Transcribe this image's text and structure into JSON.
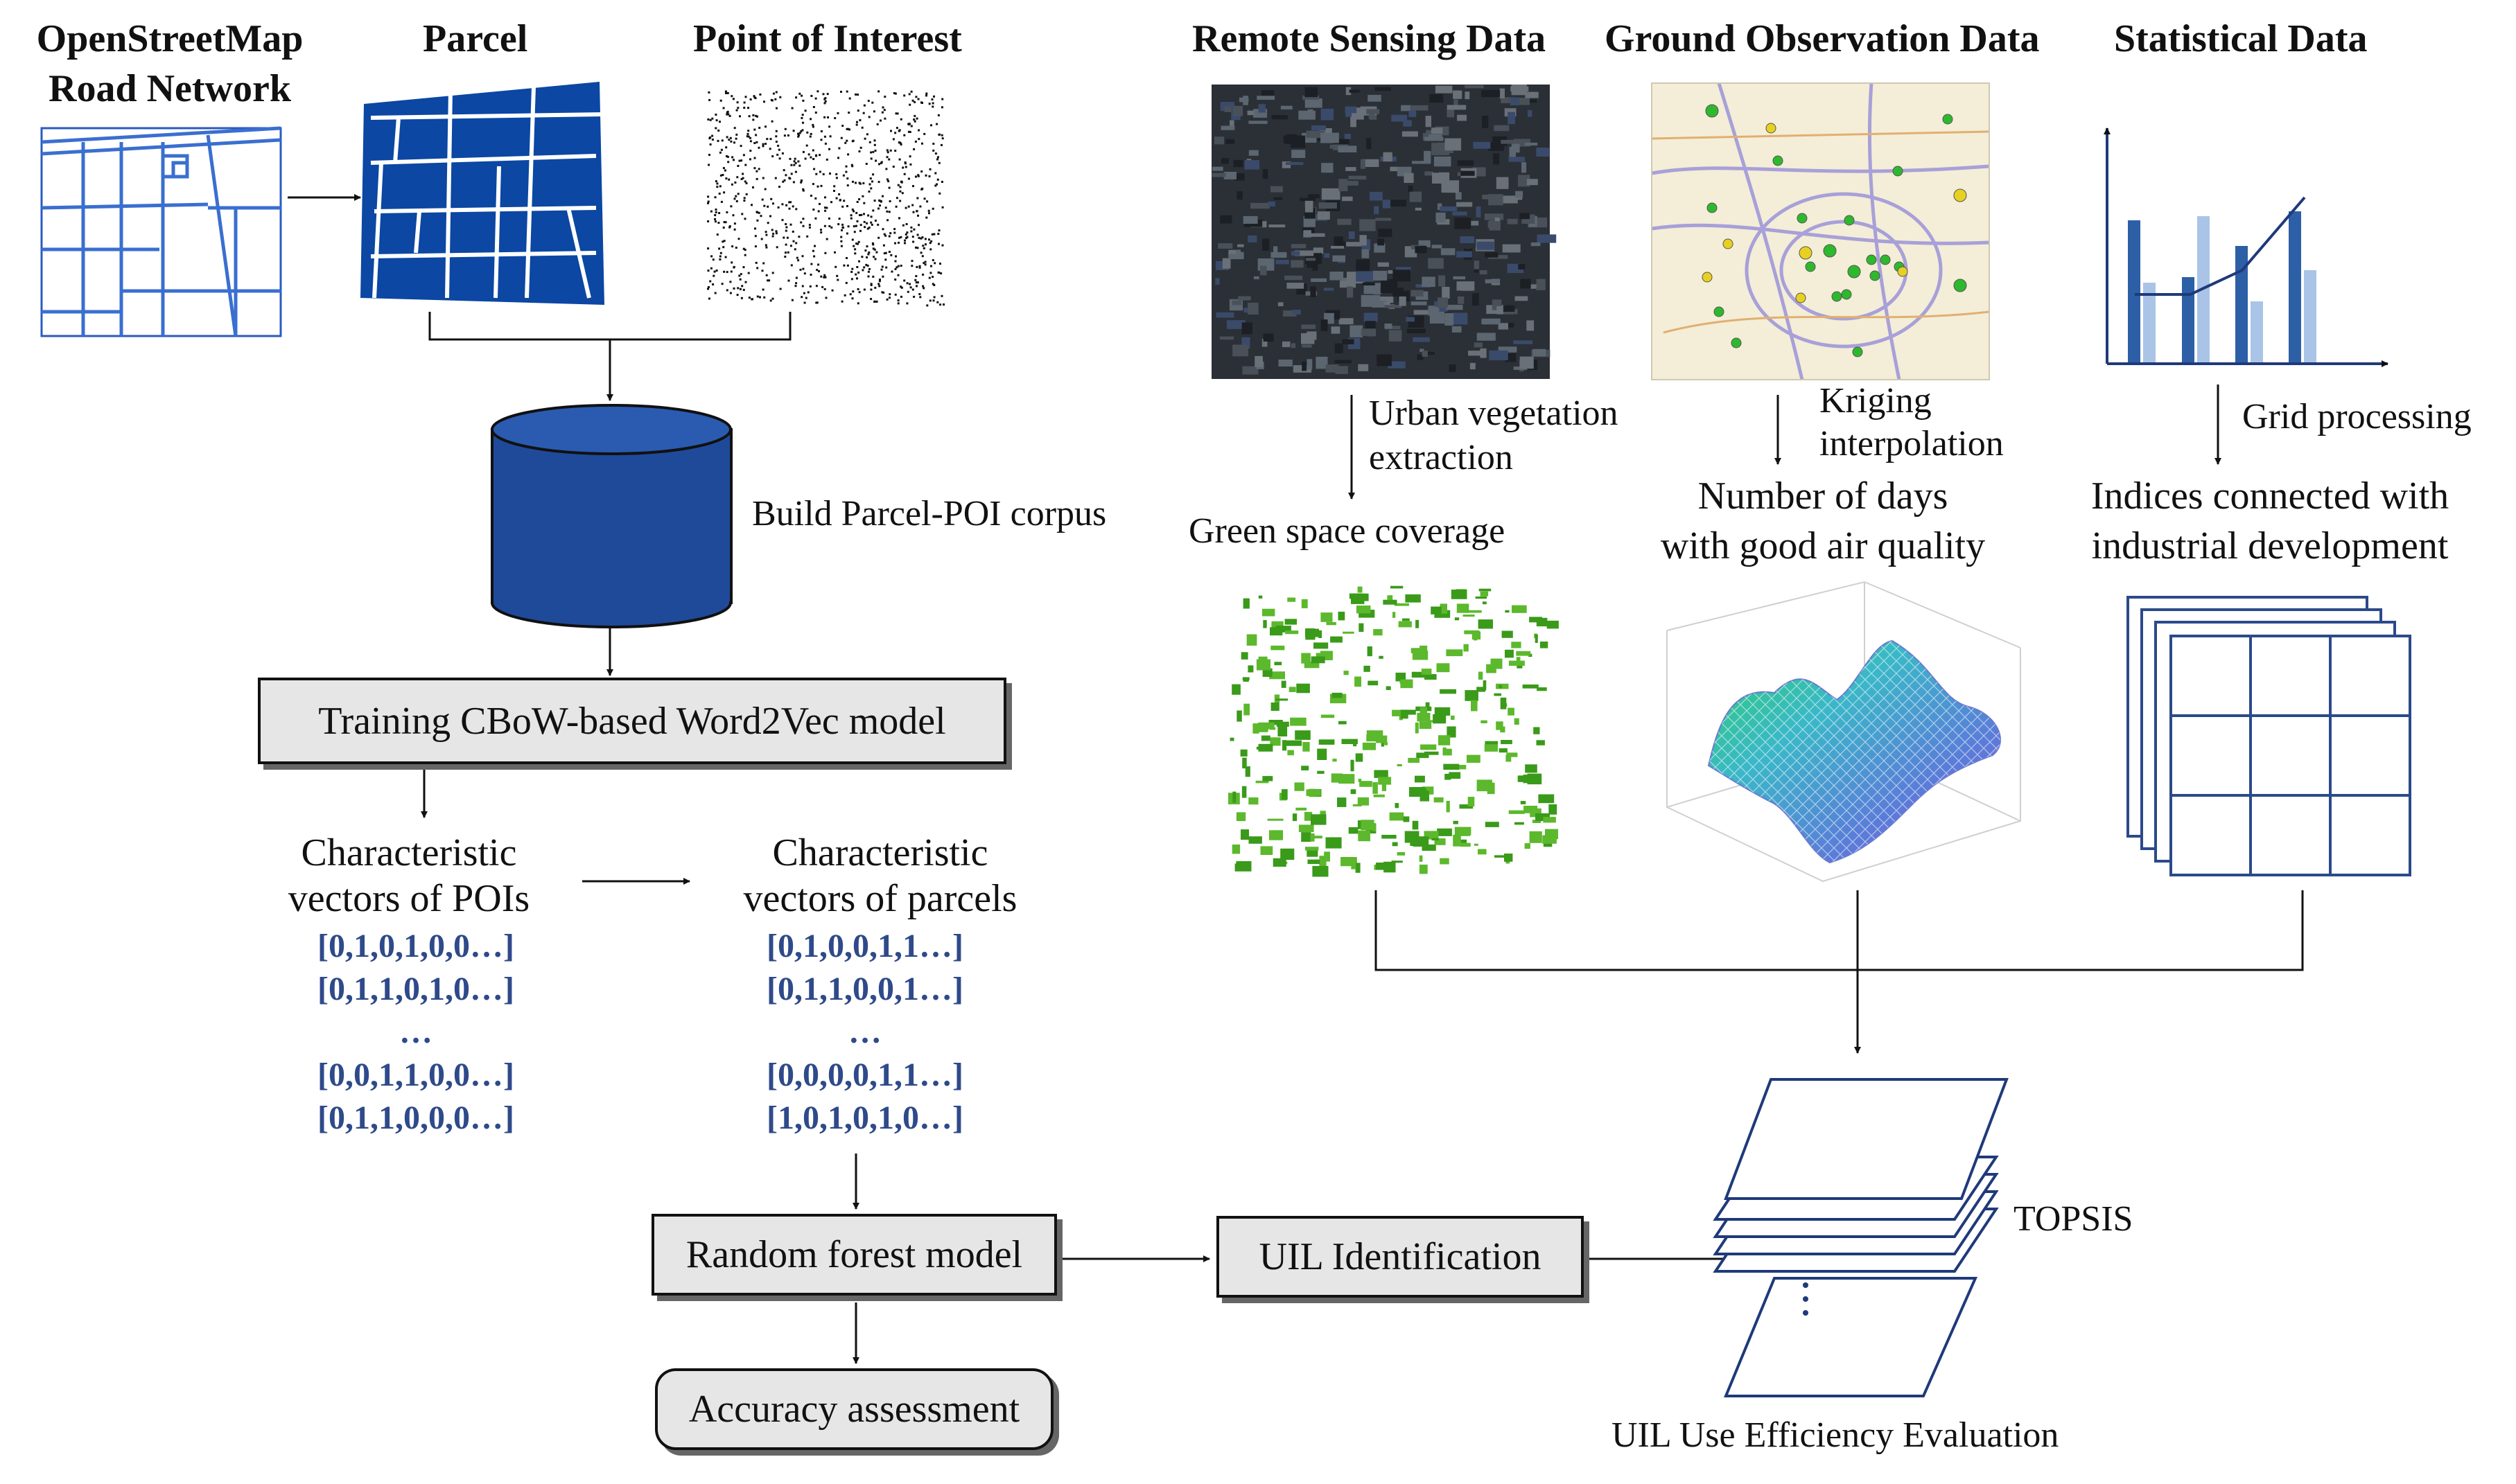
{
  "headers": {
    "osm": "OpenStreetMap\nRoad Network",
    "parcel": "Parcel",
    "poi": "Point of Interest",
    "remote_sensing": "Remote Sensing Data",
    "ground_obs": "Ground Observation Data",
    "statistical": "Statistical Data"
  },
  "steps": {
    "build_corpus": "Build Parcel-POI corpus",
    "training": "Training CBoW-based Word2Vec model",
    "poi_vectors_caption": "Characteristic\nvectors of POIs",
    "parcel_vectors_caption": "Characteristic\nvectors of parcels",
    "random_forest": "Random forest model",
    "accuracy": "Accuracy assessment",
    "uil_identification": "UIL Identification",
    "topsis": "TOPSIS",
    "efficiency_eval": "UIL Use Efficiency Evaluation"
  },
  "poi_vectors": [
    "[0,1,0,1,0,0…]",
    "[0,1,1,0,1,0…]",
    "…",
    "[0,0,1,1,0,0…]",
    "[0,1,1,0,0,0…]"
  ],
  "parcel_vectors": [
    "[0,1,0,0,1,1…]",
    "[0,1,1,0,0,1…]",
    "…",
    "[0,0,0,0,1,1…]",
    "[1,0,1,0,1,0…]"
  ],
  "processes": {
    "vegetation": "Urban vegetation\nextraction",
    "kriging": "Kriging\ninterpolation",
    "grid": "Grid processing"
  },
  "outputs": {
    "green": "Green space coverage",
    "air": "Number of days\nwith good air quality",
    "indices": "Indices connected with\nindustrial development"
  },
  "colors": {
    "parcel_blue": "#0b47a3",
    "cylinder_blue": "#1f4a9a",
    "vector_text": "#2f4a8a",
    "green": "#3a9a1a",
    "grid_blue": "#2b4a8a"
  }
}
